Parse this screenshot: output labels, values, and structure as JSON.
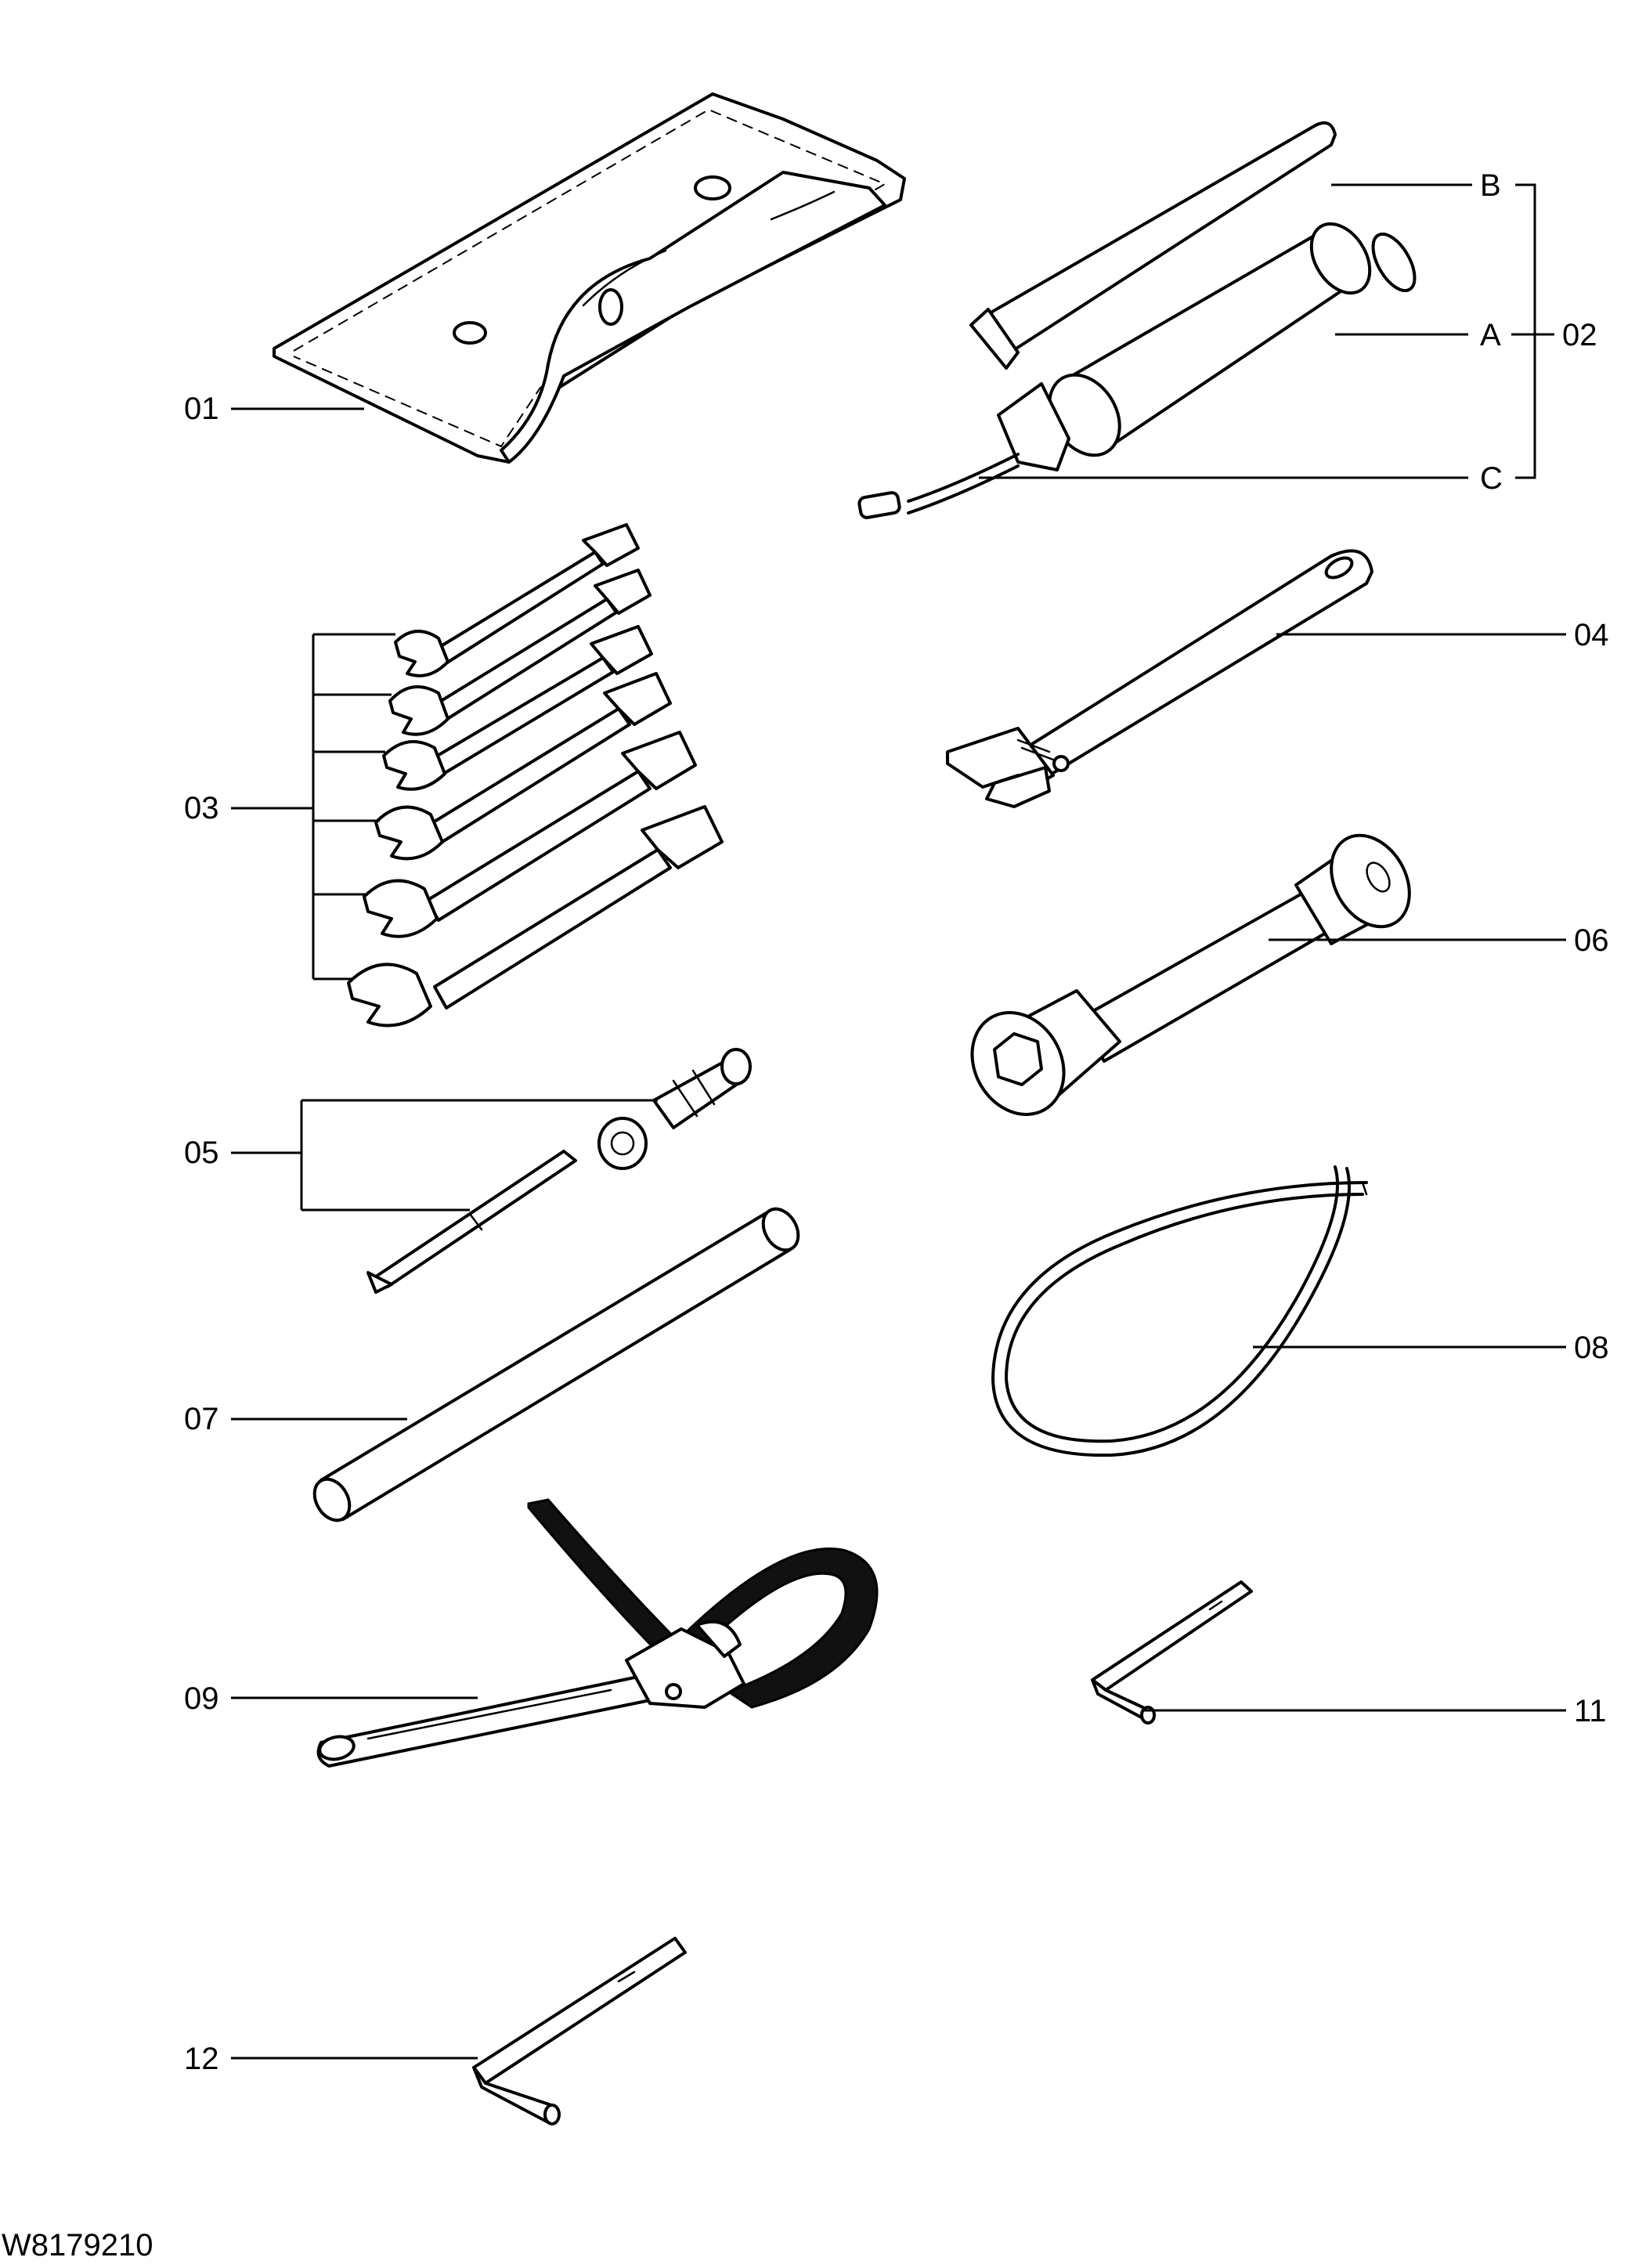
{
  "diagram_id": "W8179210",
  "callouts": {
    "c01": "01",
    "c02": "02",
    "c02a": "A",
    "c02b": "B",
    "c02c": "C",
    "c03": "03",
    "c04": "04",
    "c05": "05",
    "c06": "06",
    "c07": "07",
    "c08": "08",
    "c09": "09",
    "c11": "11",
    "c12": "12"
  }
}
